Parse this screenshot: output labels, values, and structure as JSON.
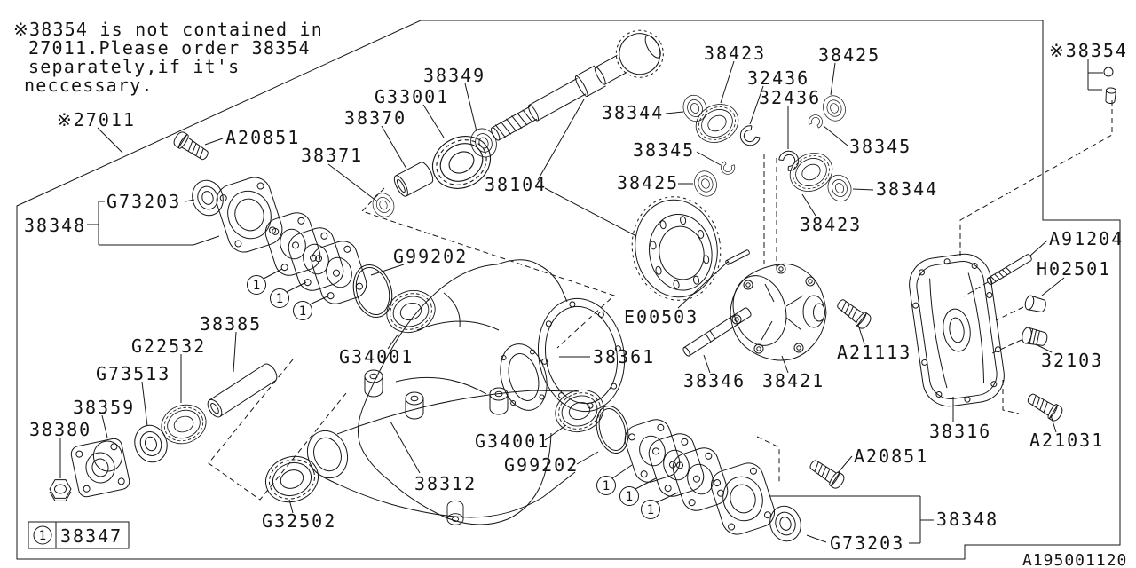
{
  "diagram": {
    "note": [
      "※38354 is not contained in",
      "27011.Please order 38354",
      "separately,if it's",
      "neccessary."
    ],
    "drawing_code": "A195001120",
    "callout_symbol": "1",
    "legend": {
      "symbol": "1",
      "part_number": "38347"
    },
    "labels": {
      "assembly_27011": "※27011",
      "part_38354": "※38354",
      "a20851_top": "A20851",
      "g73203_top": "G73203",
      "p38348_left": "38348",
      "p38371": "38371",
      "p38370": "38370",
      "g33001": "G33001",
      "p38349": "38349",
      "p38104": "38104",
      "p38344_left": "38344",
      "p38423_top": "38423",
      "p32436_a": "32436",
      "p32436_b": "32436",
      "p38425_right": "38425",
      "p38345_left": "38345",
      "p38345_right": "38345",
      "p38425_left": "38425",
      "p38344_right": "38344",
      "p38423_bottom": "38423",
      "g99202_top": "G99202",
      "g34001_top": "G34001",
      "p38361": "38361",
      "e00503": "E00503",
      "p38346": "38346",
      "p38421": "38421",
      "a21113": "A21113",
      "a91204": "A91204",
      "h02501": "H02501",
      "p32103": "32103",
      "p38316": "38316",
      "a21031": "A21031",
      "a20851_bottom": "A20851",
      "p38348_right": "38348",
      "g73203_bottom": "G73203",
      "g32502": "G32502",
      "p38312": "38312",
      "g34001_bottom": "G34001",
      "g99202_bottom": "G99202",
      "p38385": "38385",
      "g22532": "G22532",
      "g73513": "G73513",
      "p38359": "38359",
      "p38380": "38380"
    }
  }
}
